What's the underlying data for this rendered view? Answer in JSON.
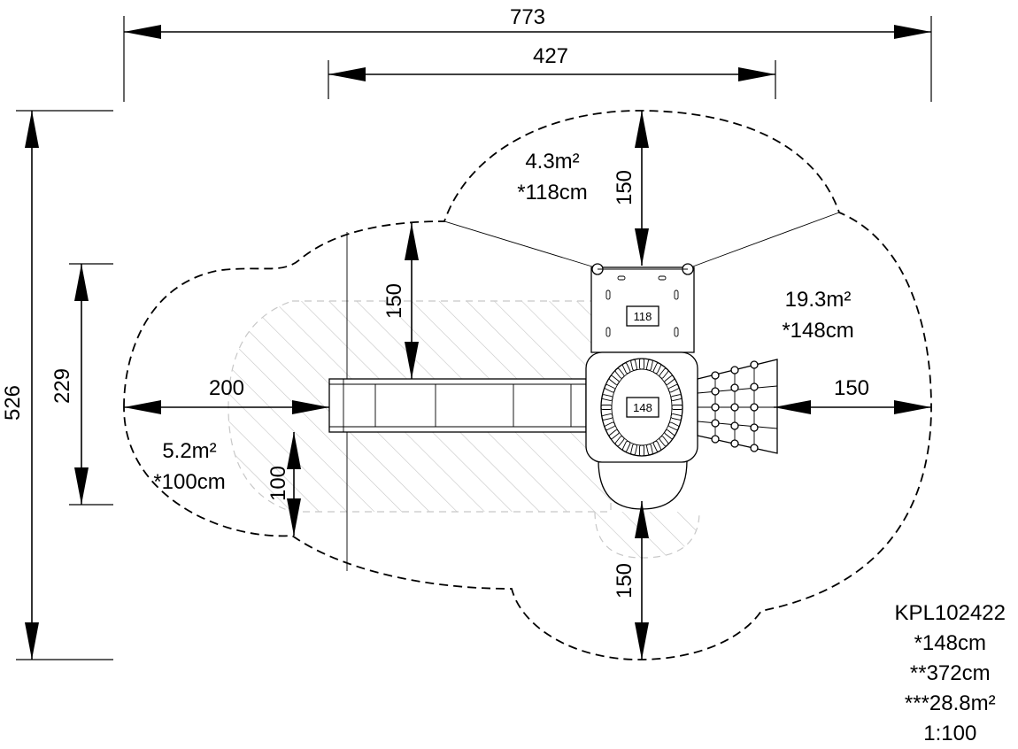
{
  "dimensions": {
    "overall_width": "773",
    "inner_width": "427",
    "overall_height": "526",
    "left_height": "229",
    "left_offset": "200",
    "right_offset": "150",
    "top_offset": "150",
    "upper_left_offset": "150",
    "bottom_offset": "150",
    "lower_left_offset": "100"
  },
  "zones": {
    "top": {
      "area": "4.3m²",
      "height": "*118cm"
    },
    "right": {
      "area": "19.3m²",
      "height": "*148cm"
    },
    "left": {
      "area": "5.2m²",
      "height": "*100cm"
    }
  },
  "platform_labels": {
    "upper": "118",
    "tower": "148"
  },
  "info": {
    "code": "KPL102422",
    "fall_height": "*148cm",
    "free_height": "**372cm",
    "safety_area": "***28.8m²",
    "scale": "1:100"
  }
}
